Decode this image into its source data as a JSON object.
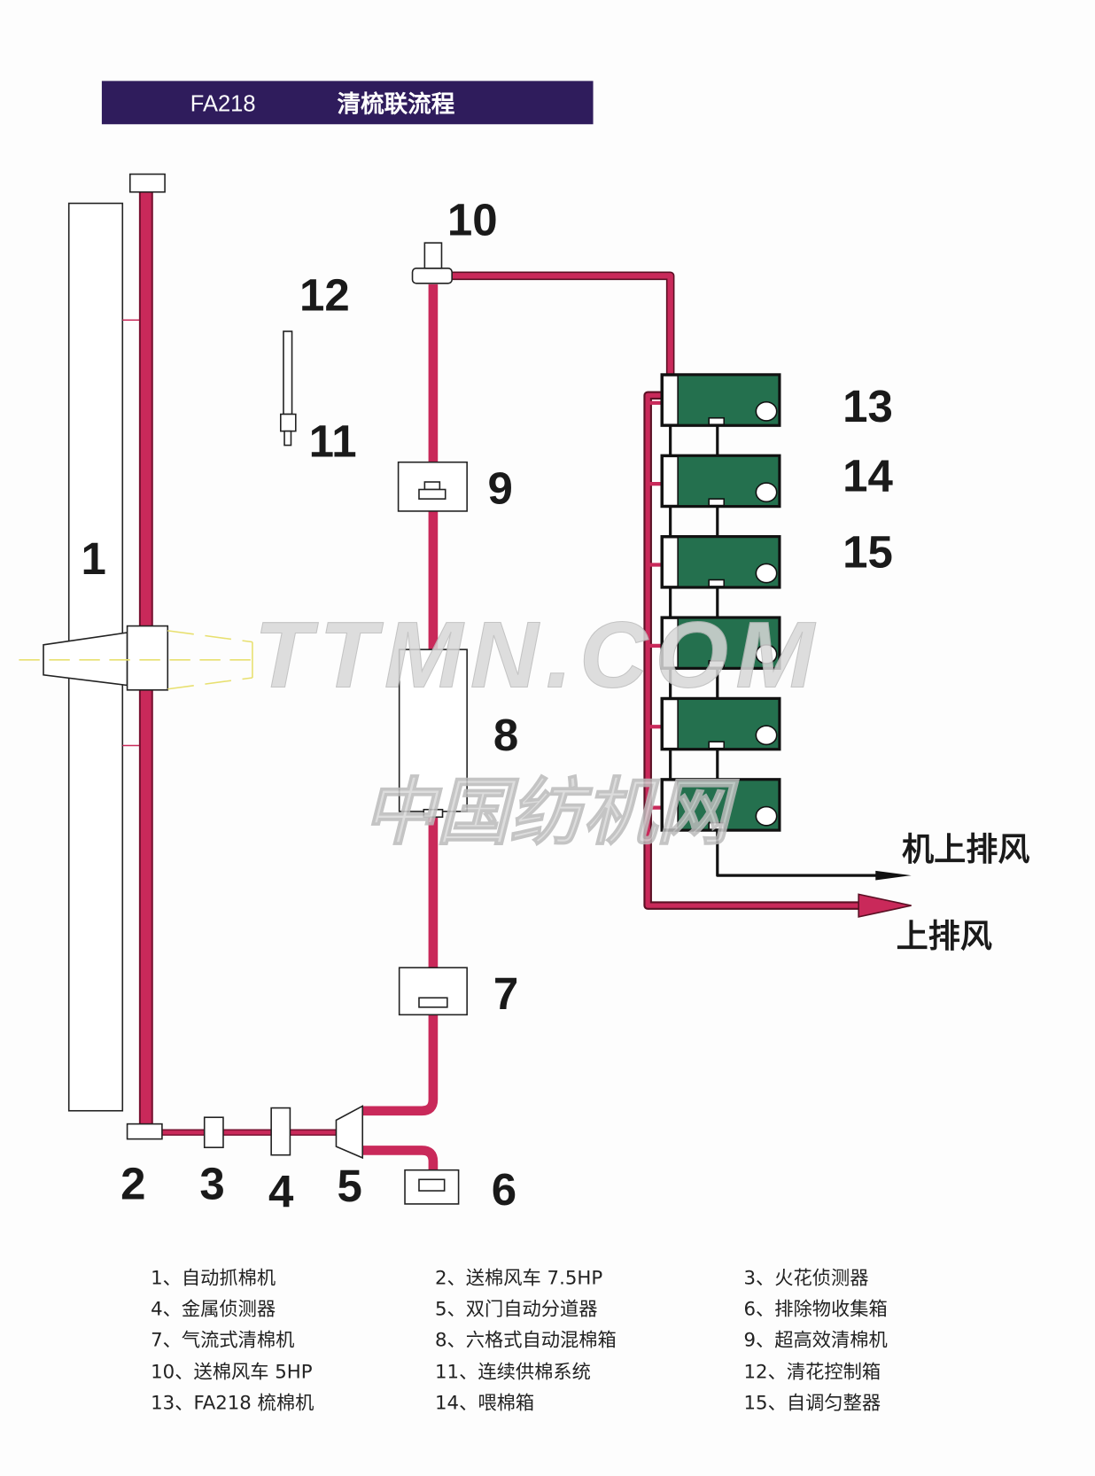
{
  "header": {
    "model": "FA218",
    "title": "清梳联流程",
    "color": "#2f1c5c"
  },
  "colors": {
    "pipe": "#c9295a",
    "card": "#24704e",
    "beam": "#e8e070"
  },
  "labels": {
    "n1": "1",
    "n2": "2",
    "n3": "3",
    "n4": "4",
    "n5": "5",
    "n6": "6",
    "n7": "7",
    "n8": "8",
    "n9": "9",
    "n10": "10",
    "n11": "11",
    "n12": "12",
    "n13": "13",
    "n14": "14",
    "n15": "15",
    "exhaust_machine": "机上排风",
    "exhaust_top": "上排风"
  },
  "watermark": {
    "line1": "TTMN.COM",
    "line2": "中国纺机网"
  },
  "legend": [
    "1、自动抓棉机",
    "2、送棉风车 7.5HP",
    "3、火花侦测器",
    "4、金属侦测器",
    "5、双门自动分道器",
    "6、排除物收集箱",
    "7、气流式清棉机",
    "8、六格式自动混棉箱",
    "9、超高效清棉机",
    "10、送棉风车 5HP",
    "11、连续供棉系统",
    "12、清花控制箱",
    "13、FA218 梳棉机",
    "14、喂棉箱",
    "15、自调匀整器"
  ]
}
